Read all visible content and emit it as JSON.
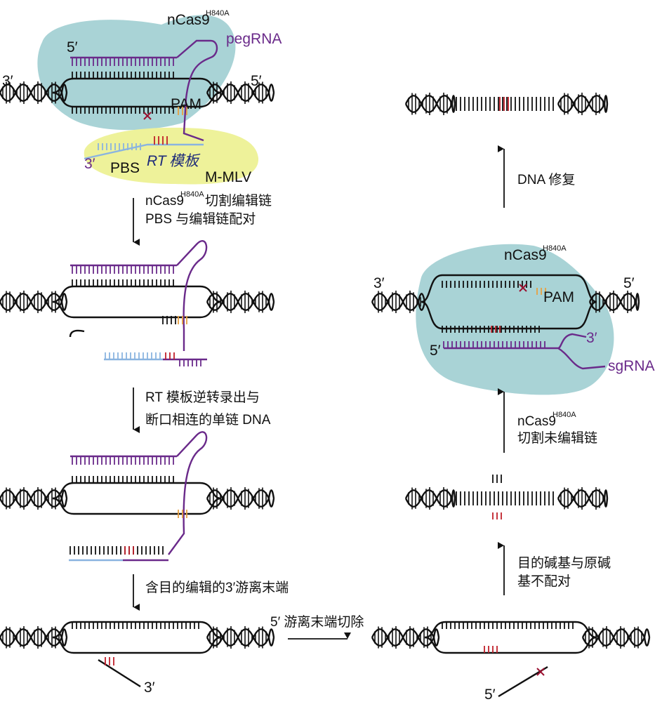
{
  "colors": {
    "dna": "#111111",
    "peg": "#6a2a8a",
    "pbs": "#8ab4e0",
    "edit": "#c0202a",
    "pam": "#e8a040",
    "cas": "#a9d3d6",
    "rt": "#eef29a"
  },
  "panel_top": {
    "cas_label": "nCas9",
    "cas_sup": "H840A",
    "peg_label": "pegRNA",
    "five_prime": "5′",
    "three_left": "3′",
    "five_right": "5′",
    "pam": "PAM",
    "three_pbs": "3′",
    "pbs": "PBS",
    "rt": "RT",
    "template": "模板",
    "mmlv": "M-MLV"
  },
  "step1": {
    "line1_pre": "nCas9",
    "line1_sup": "H840A",
    "line1_post": " 切割编辑链",
    "line2": "PBS 与编辑链配对"
  },
  "step2": {
    "line1": "RT 模板逆转录出与",
    "line2": "断口相连的单链 DNA"
  },
  "step3": {
    "line1": "含目的编辑的3′游离末端"
  },
  "bottom_left": {
    "three": "3′"
  },
  "step4": {
    "line1": "5′ 游离末端切除"
  },
  "bottom_right": {
    "five": "5′"
  },
  "step5": {
    "line1": "目的碱基与原碱",
    "line2": "基不配对"
  },
  "step6": {
    "line1_pre": "nCas9",
    "line1_sup": "H840A",
    "line2": "切割未编辑链"
  },
  "panel_mid_right": {
    "cas_label": "nCas9",
    "cas_sup": "H840A",
    "three_left": "3′",
    "five_right": "5′",
    "pam": "PAM",
    "five_sg": "5′",
    "three_sg": "3′",
    "sg_label": "sgRNA"
  },
  "step7": {
    "line1": "DNA 修复"
  }
}
